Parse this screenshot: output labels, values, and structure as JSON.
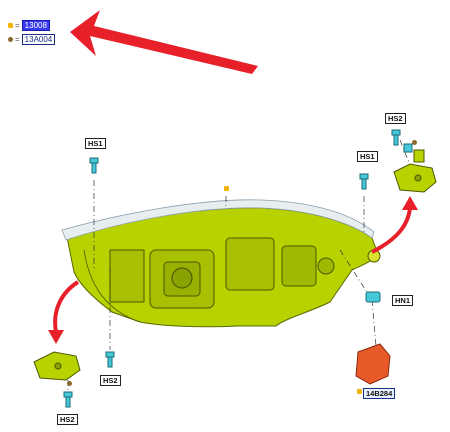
{
  "legend": [
    {
      "code": "13008",
      "color": "#f2b400",
      "highlighted": true
    },
    {
      "code": "13A004",
      "color": "#8a6a2a",
      "highlighted": false
    }
  ],
  "callouts": {
    "hs1_left": "HS1",
    "hs1_right": "HS1",
    "hs2_topright": "HS2",
    "hs2_bottom": "HS2",
    "hs2_bottomleft": "HS2",
    "hn1": "HN1",
    "part_14b284": "14B284"
  },
  "colors": {
    "part_fill": "#b8d200",
    "part_stroke": "#5a6a00",
    "arrow_red": "#e8202a",
    "bulb_orange": "#e85a2a",
    "screw_teal": "#46c8d8"
  }
}
